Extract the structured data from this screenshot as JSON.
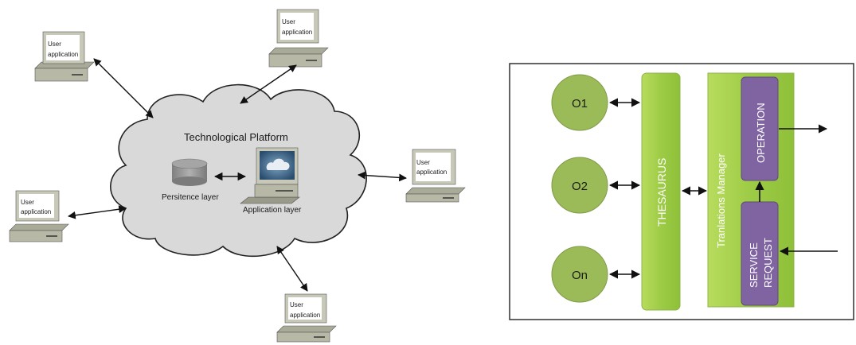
{
  "left_diagram": {
    "cloud_title": "Technological Platform",
    "persistence_label": "Persitence layer",
    "application_label": "Application layer",
    "computers": [
      {
        "label_line1": "User",
        "label_line2": "application"
      },
      {
        "label_line1": "User",
        "label_line2": "application"
      },
      {
        "label_line1": "User",
        "label_line2": "application"
      },
      {
        "label_line1": "User",
        "label_line2": "application"
      },
      {
        "label_line1": "User",
        "label_line2": "application"
      }
    ]
  },
  "right_diagram": {
    "ontologies": [
      "O1",
      "O2",
      "On"
    ],
    "thesaurus_label": "THESAURUS",
    "manager_label": "Tranlations Manager",
    "operation_label": "OPERATION",
    "service_request_line1": "SERVICE",
    "service_request_line2": "REQUEST"
  },
  "colors": {
    "cloud_fill": "#d9d9d9",
    "green_light": "#9bbb59",
    "green_bar": "#a6cf4a",
    "purple": "#8064a2",
    "outline": "#222222"
  }
}
